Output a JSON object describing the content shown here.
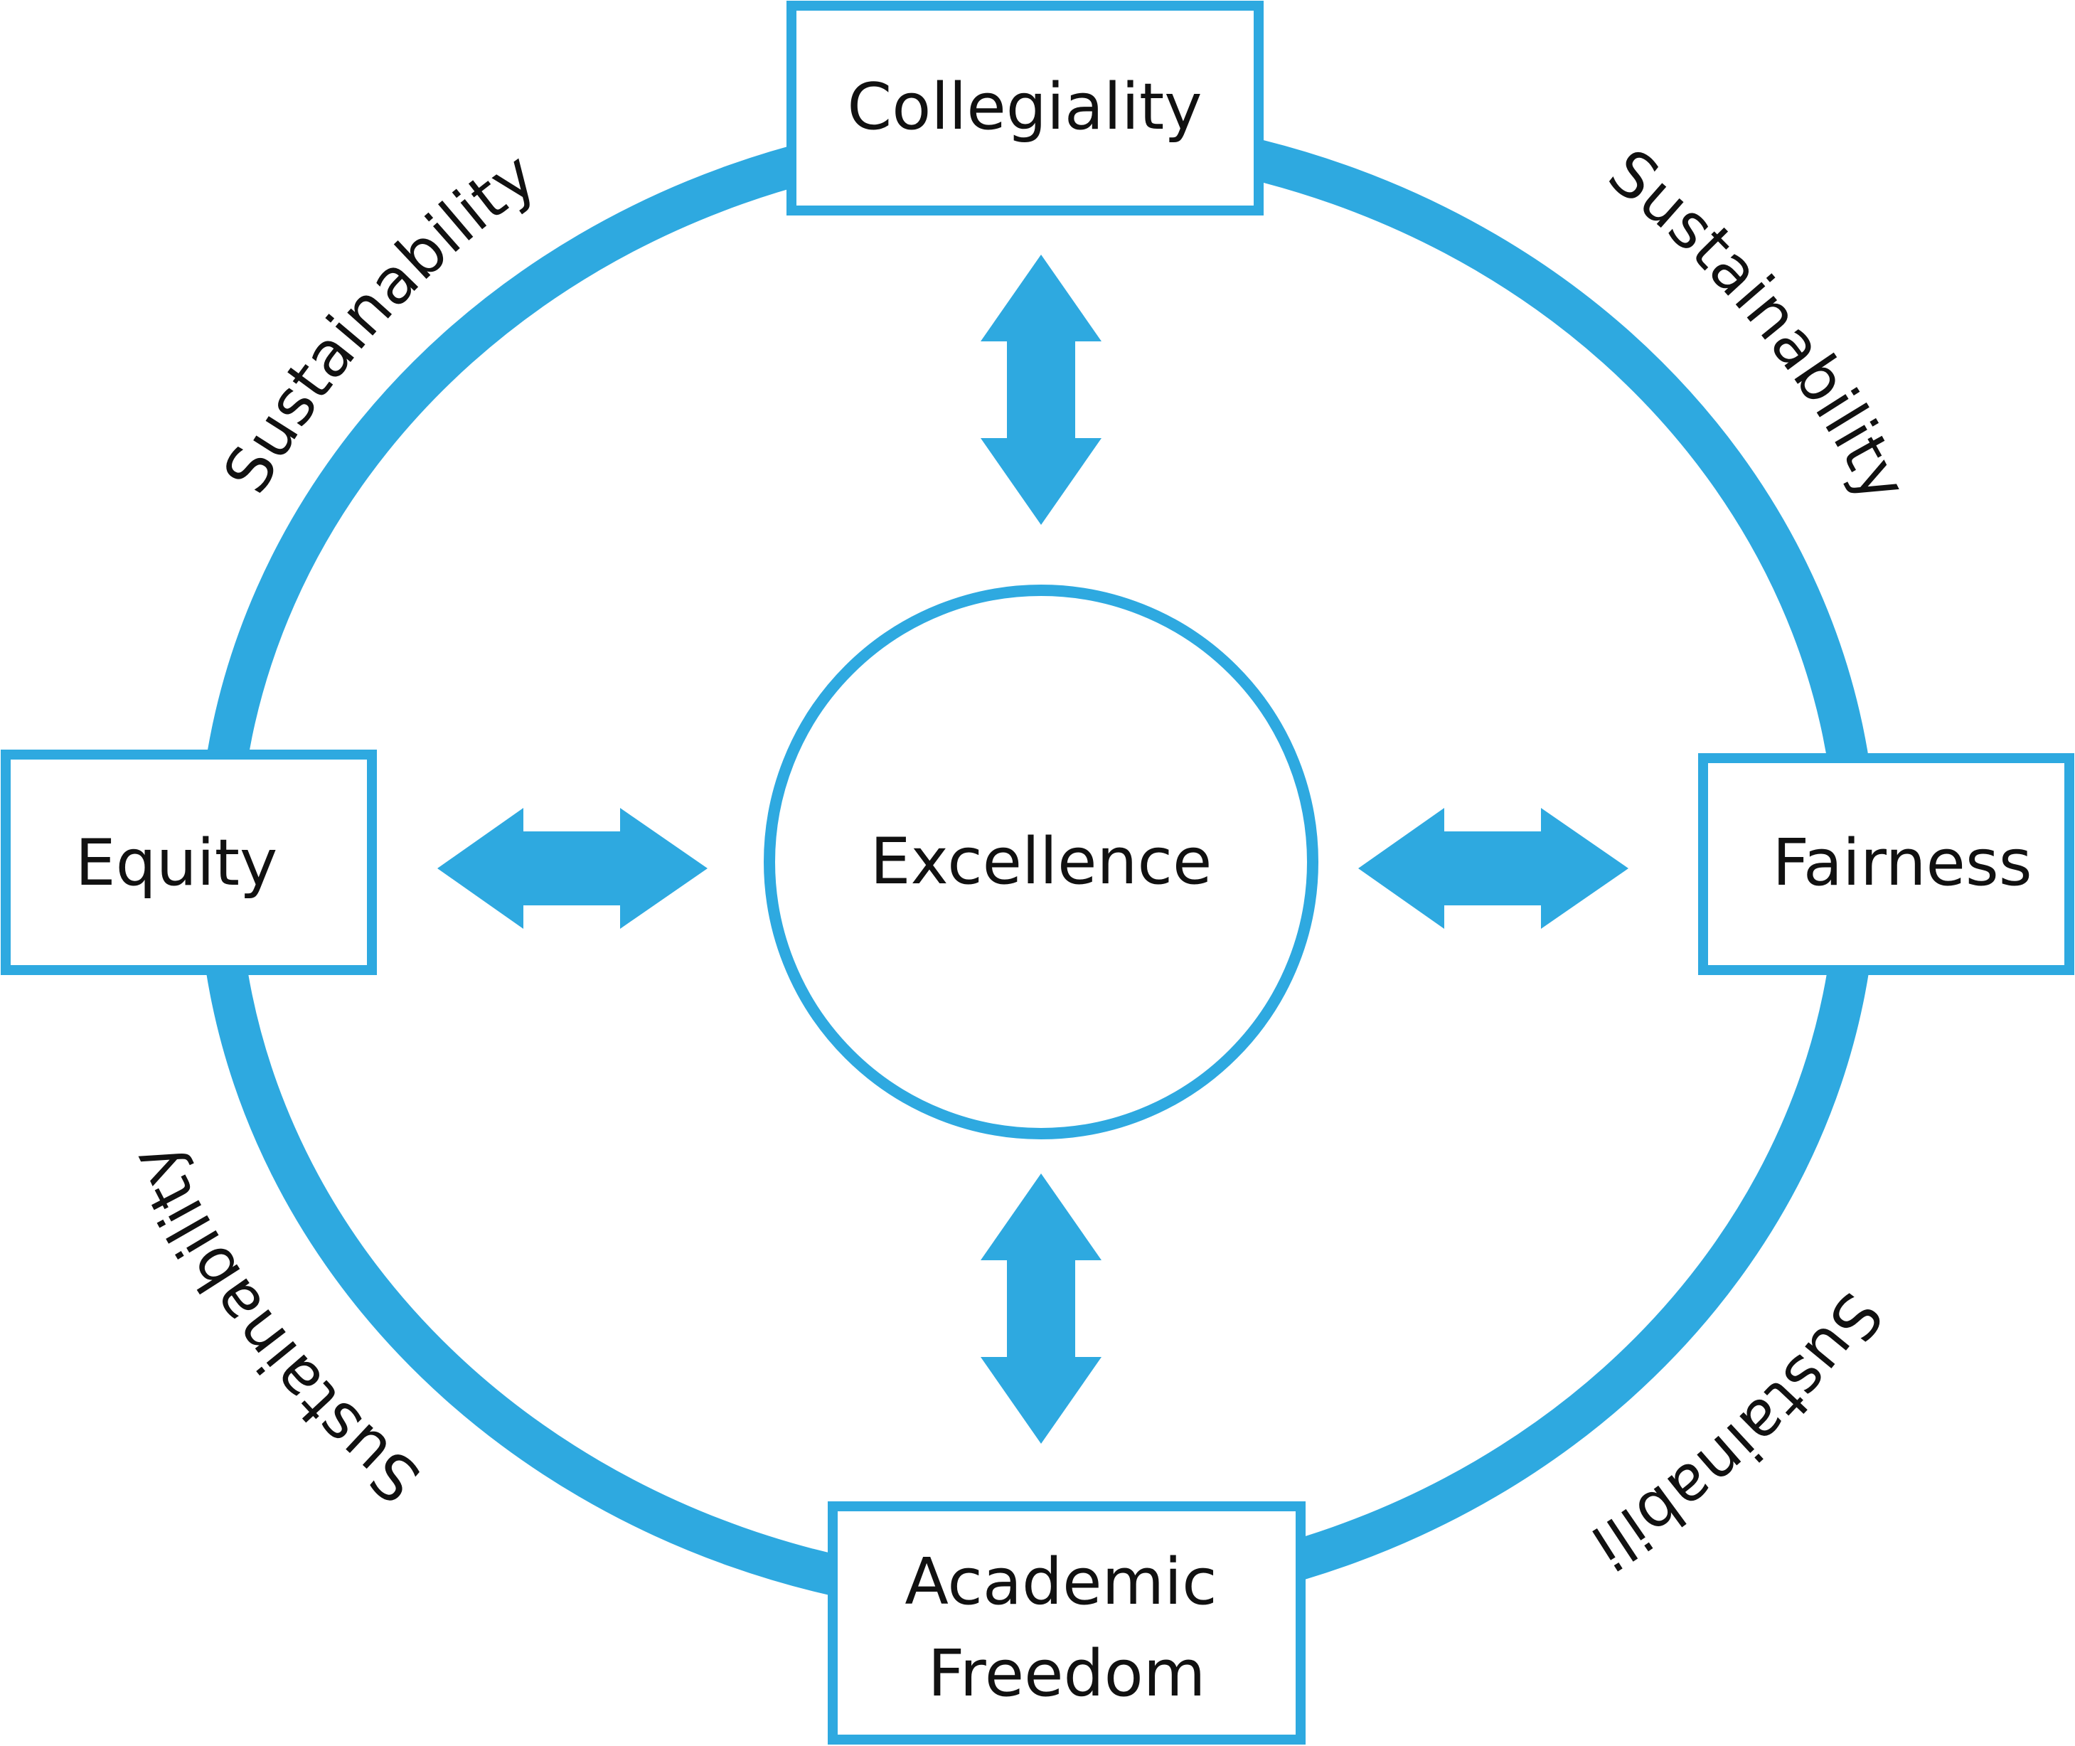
{
  "colors": {
    "accent": "#2ea9e0",
    "text": "#111111",
    "background": "#ffffff"
  },
  "center": {
    "label": "Excellence"
  },
  "nodes": {
    "top": {
      "label": "Collegiality"
    },
    "left": {
      "label": "Equity"
    },
    "right": {
      "label": "Fairness"
    },
    "bottom": {
      "line1": "Academic",
      "line2": "Freedom"
    }
  },
  "arc_labels": {
    "top_left": "Sustainability",
    "top_right": "Sustainability",
    "bottom_left": "Sustainability",
    "bottom_right": "Sustainabili"
  },
  "icons": {
    "arrows": "double-headed-arrow"
  }
}
